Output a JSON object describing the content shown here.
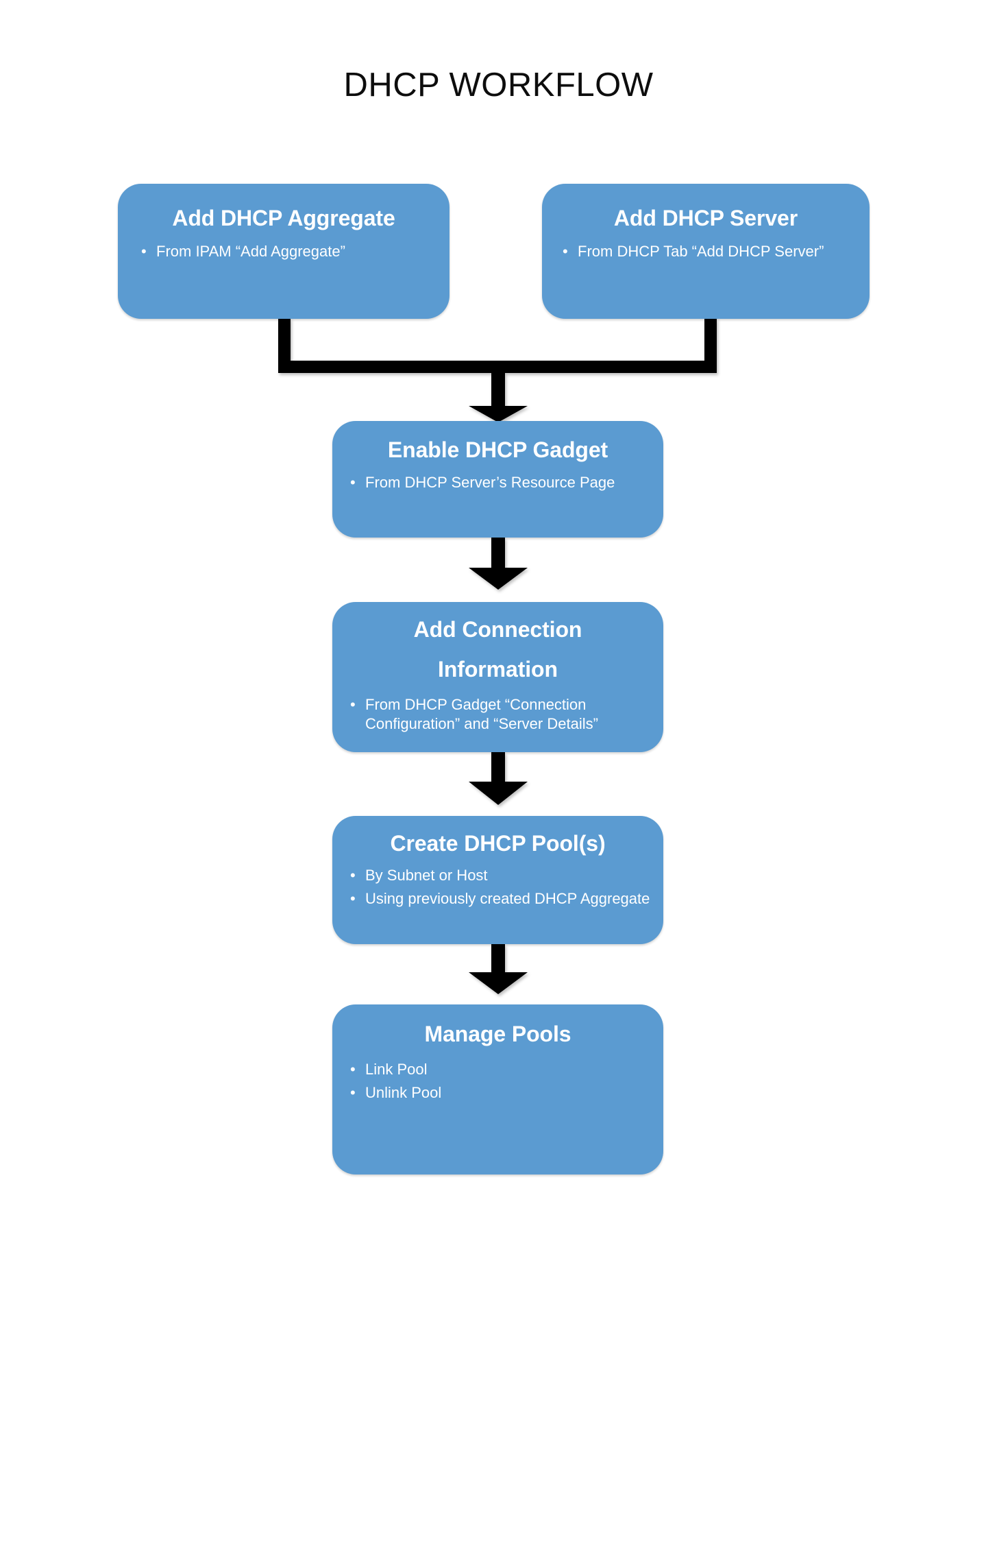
{
  "title": "DHCP WORKFLOW",
  "theme": {
    "node_fill": "#5B9BD1",
    "node_text": "#ffffff",
    "connector": "#000000",
    "title_text": "#0d0d0d",
    "background": "#ffffff"
  },
  "nodes": {
    "aggregate": {
      "title": "Add DHCP Aggregate",
      "bullets": [
        "From  IPAM “Add Aggregate”"
      ]
    },
    "server": {
      "title": "Add DHCP Server",
      "bullets": [
        "From  DHCP Tab “Add DHCP Server”"
      ]
    },
    "gadget": {
      "title": "Enable DHCP Gadget",
      "bullets": [
        "From  DHCP Server’s Resource Page"
      ]
    },
    "connection": {
      "title_line1": "Add Connection",
      "title_line2": "Information",
      "bullets": [
        "From  DHCP Gadget “Connection Configuration” and “Server Details”"
      ]
    },
    "pools": {
      "title": "Create DHCP Pool(s)",
      "bullets": [
        "By Subnet or Host",
        "Using previously created DHCP Aggregate"
      ]
    },
    "manage": {
      "title": "Manage Pools",
      "bullets": [
        "Link Pool",
        "Unlink Pool"
      ]
    }
  },
  "bullet_glyph": "•",
  "flow": {
    "edges": [
      {
        "from": "aggregate",
        "to": "gadget",
        "style": "elbow-merge"
      },
      {
        "from": "server",
        "to": "gadget",
        "style": "elbow-merge"
      },
      {
        "from": "gadget",
        "to": "connection",
        "style": "straight-arrow"
      },
      {
        "from": "connection",
        "to": "pools",
        "style": "straight-arrow"
      },
      {
        "from": "pools",
        "to": "manage",
        "style": "straight-arrow"
      }
    ]
  }
}
